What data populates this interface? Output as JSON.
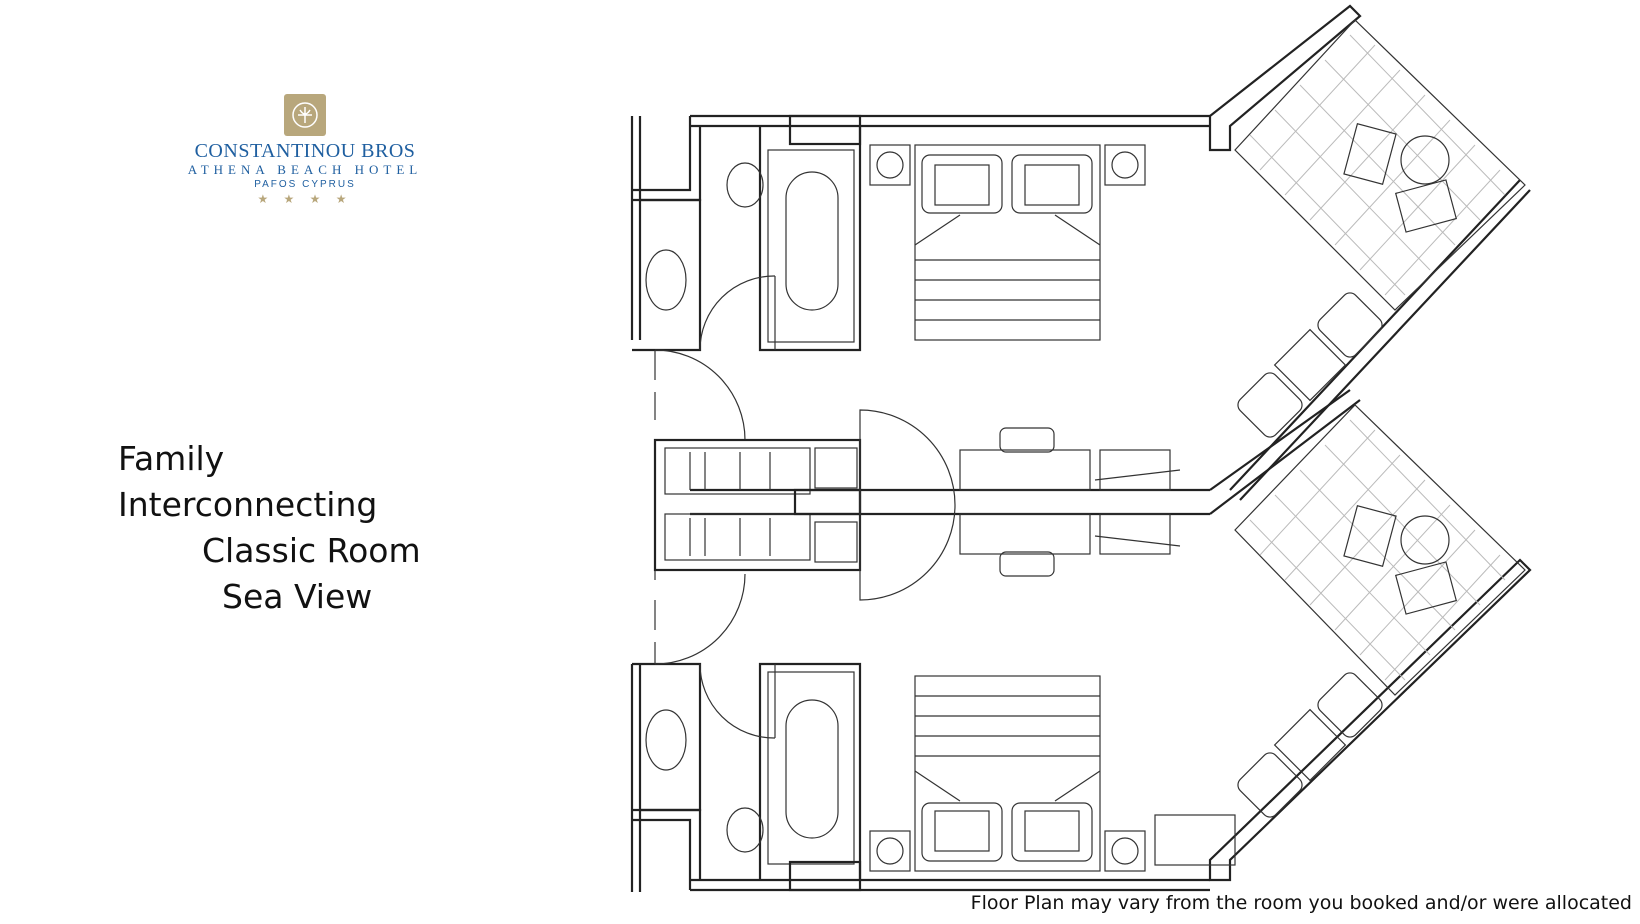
{
  "logo": {
    "name": "CONSTANTINOU BROS",
    "subtitle": "ATHENA BEACH HOTEL",
    "location": "PAFOS CYPRUS",
    "stars": "★ ★ ★ ★",
    "brand_color": "#1f5fa0",
    "accent_color": "#b8a77c"
  },
  "title": {
    "line1": "Family Interconnecting",
    "line2": "Classic Room",
    "line3": "Sea View"
  },
  "disclaimer": "Floor Plan may vary from the room you booked and/or were allocated"
}
